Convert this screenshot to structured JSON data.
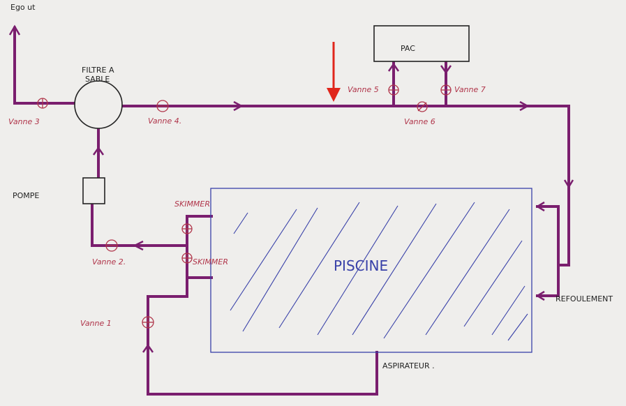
{
  "labels": {
    "egout": "Ego ut",
    "pompe": "POMPE",
    "filtre_line1": "FILTRE A",
    "filtre_line2": "SABLE",
    "pac": "PAC",
    "piscine": "PISCINE",
    "skimmer_top": "SKIMMER",
    "skimmer_bottom": "SKIMMER",
    "refoulement": "REFOULEMENT",
    "aspirateur": "ASPIRATEUR ."
  },
  "valves": [
    {
      "id": "vanne-1",
      "label": "Vanne 1"
    },
    {
      "id": "vanne-2",
      "label": "Vanne 2."
    },
    {
      "id": "vanne-3",
      "label": "Vanne 3"
    },
    {
      "id": "vanne-4",
      "label": "Vanne 4."
    },
    {
      "id": "vanne-5",
      "label": "Vanne 5"
    },
    {
      "id": "vanne-6",
      "label": "Vanne 6"
    },
    {
      "id": "vanne-7",
      "label": "Vanne 7"
    }
  ],
  "colors": {
    "pipe": "#7a1e6e",
    "valve": "#b0354a",
    "pool_outline": "#3840a8",
    "marker_arrow": "#e0261b",
    "paper": "#efeeec"
  }
}
